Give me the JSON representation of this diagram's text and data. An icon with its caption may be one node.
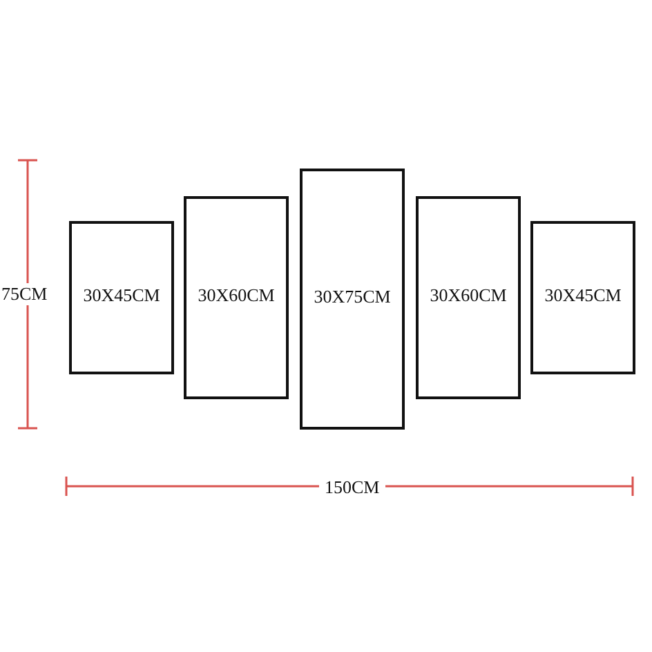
{
  "diagram": {
    "nodes": [
      {
        "text": [
          "30X45CM"
        ]
      },
      {
        "text": [
          "30X60CM"
        ]
      },
      {
        "text": [
          "30X75CM"
        ]
      },
      {
        "text": [
          "30X60CM"
        ]
      },
      {
        "text": [
          "30X45CM"
        ]
      }
    ],
    "labels": [
      "75CM",
      "150CM"
    ]
  }
}
